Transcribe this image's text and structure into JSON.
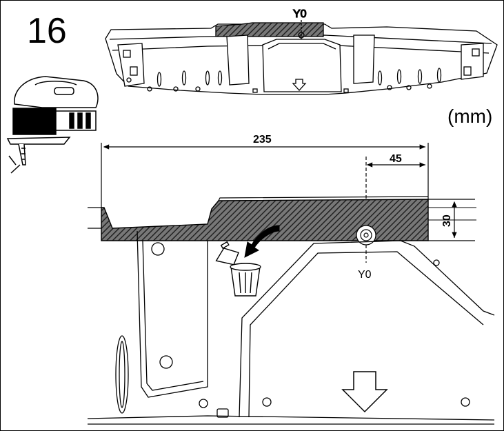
{
  "figure": {
    "step_number": "16",
    "unit": "(mm)",
    "reference_label": "Y0",
    "dimensions": {
      "overall_width": "235",
      "offset": "45",
      "height": "30"
    }
  },
  "colors": {
    "line": "#000000",
    "hatch_fill": "#555555",
    "background": "#ffffff"
  },
  "icons": [
    "jigsaw-icon",
    "trash-can-icon",
    "down-arrow-icon",
    "curved-arrow-icon"
  ]
}
